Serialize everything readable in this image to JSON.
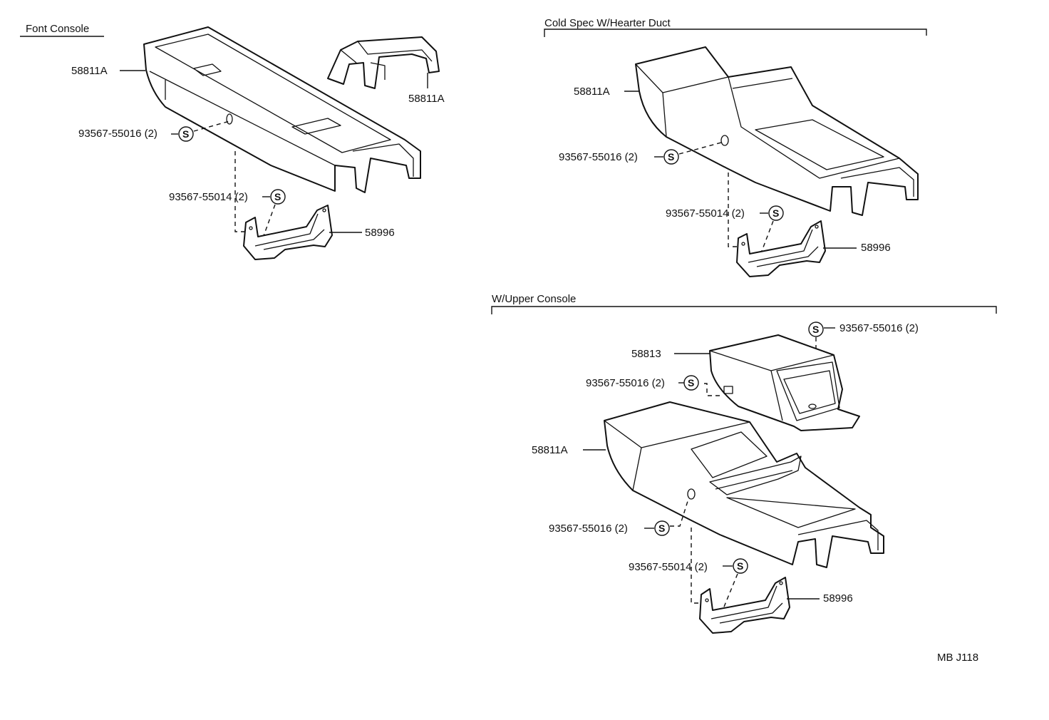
{
  "sections": {
    "front": "Font Console",
    "cold": "Cold Spec W/Hearter Duct",
    "upper": "W/Upper Console"
  },
  "front": {
    "console": "58811A",
    "lid": "58811A",
    "screw_a": "93567-55016 (2)",
    "screw_b": "93567-55014 (2)",
    "bracket": "58996"
  },
  "cold": {
    "console": "58811A",
    "screw_a": "93567-55016 (2)",
    "screw_b": "93567-55014 (2)",
    "bracket": "58996"
  },
  "upper": {
    "screw_top": "93567-55016 (2)",
    "upper_console": "58813",
    "screw_upper": "93567-55016 (2)",
    "console": "58811A",
    "screw_a": "93567-55016 (2)",
    "screw_b": "93567-55014 (2)",
    "bracket": "58996"
  },
  "screw_symbol": "S",
  "figure_code": "MB J118"
}
